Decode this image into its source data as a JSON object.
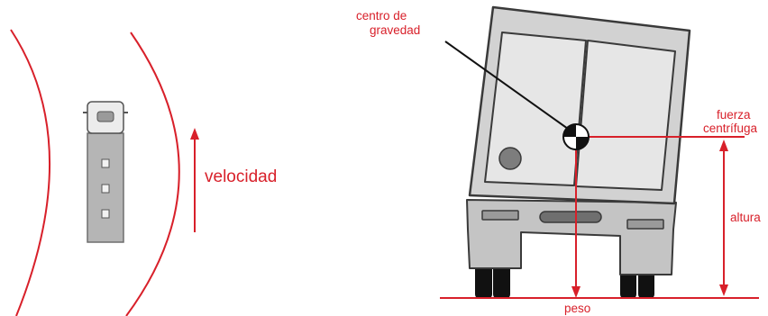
{
  "labels": {
    "velocity": "velocidad",
    "center_of_gravity_line1": "centro de",
    "center_of_gravity_line2": "gravedad",
    "centrifugal_force_line1": "fuerza",
    "centrifugal_force_line2": "centrífuga",
    "height": "altura",
    "weight": "peso"
  },
  "colors": {
    "accent": "#d8202a",
    "body_light": "#e2e2e2",
    "body_mid": "#bfbfbf",
    "body_dark": "#8a8a8a",
    "outline": "#3a3a3a",
    "tire": "#111111"
  }
}
